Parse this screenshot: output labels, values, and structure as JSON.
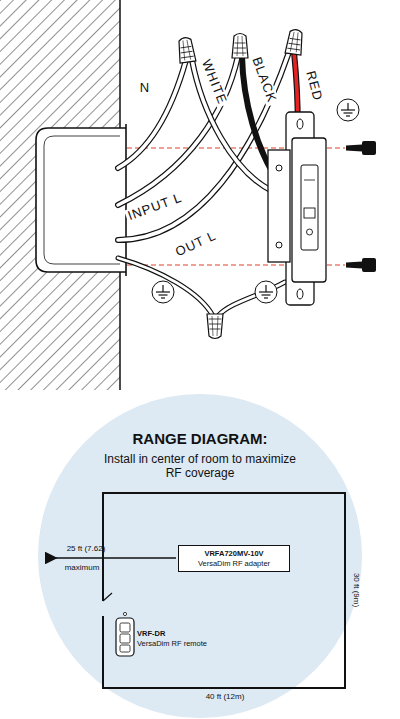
{
  "diagram": {
    "nodes": [
      {
        "text": [
          "RANGE DIAGRAM:",
          "Install in center of room to maximize RF coverage"
        ]
      },
      {
        "text": [
          "VRFA720MV-10V",
          "VersaDim RF adapter"
        ],
        "in": 0
      }
    ],
    "edges": [],
    "labels": [
      "N",
      "WHITE",
      "BLACK",
      "RED",
      "INPUT L",
      "OUT L",
      "25 ft (7.62)",
      "maximum",
      "30 ft (9m)",
      "40 ft (12m)",
      "VRF-DR",
      "VersaDim RF remote"
    ]
  }
}
